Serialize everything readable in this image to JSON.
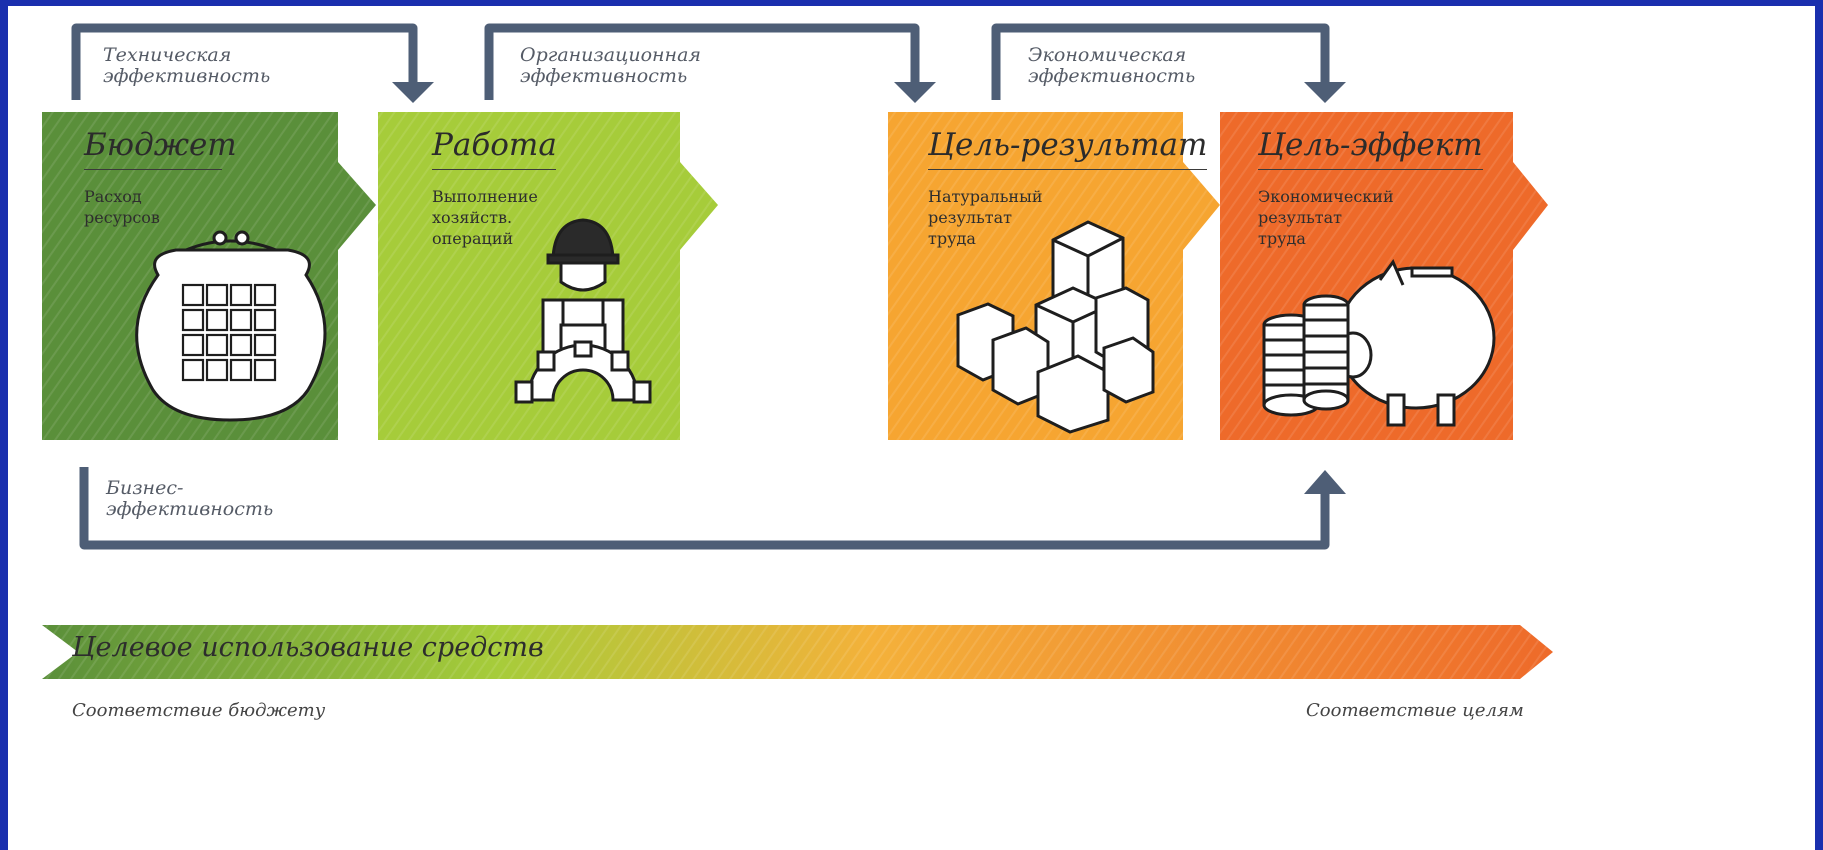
{
  "flows_top": [
    {
      "label": "Техническая\nэффективность"
    },
    {
      "label": "Организационная\nэффективность"
    },
    {
      "label": "Экономическая\nэффективность"
    }
  ],
  "flow_bottom": {
    "label": "Бизнес-\nэффективность"
  },
  "cards": [
    {
      "title": "Бюджет",
      "desc": "Расход\nресурсов",
      "color": "#5a8f3a",
      "icon": "purse-calculator-icon"
    },
    {
      "title": "Работа",
      "desc": "Выполнение\nхозяйств.\nопераций",
      "color": "#a6cc3a",
      "icon": "worker-gear-icon"
    },
    {
      "title": "Цель-результат",
      "desc": "Натуральный\nрезультат\nтруда",
      "color": "#f6a531",
      "icon": "boxes-icon"
    },
    {
      "title": "Цель-эффект",
      "desc": "Экономический\nрезультат\nтруда",
      "color": "#ee6a2a",
      "icon": "piggy-bank-coins-icon"
    }
  ],
  "bar": {
    "label": "Целевое использование средств",
    "left_caption": "Соответствие бюджету",
    "right_caption": "Соответствие целям"
  },
  "colors": {
    "arrow": "#4e5e76",
    "frame": "#1a2fae"
  }
}
